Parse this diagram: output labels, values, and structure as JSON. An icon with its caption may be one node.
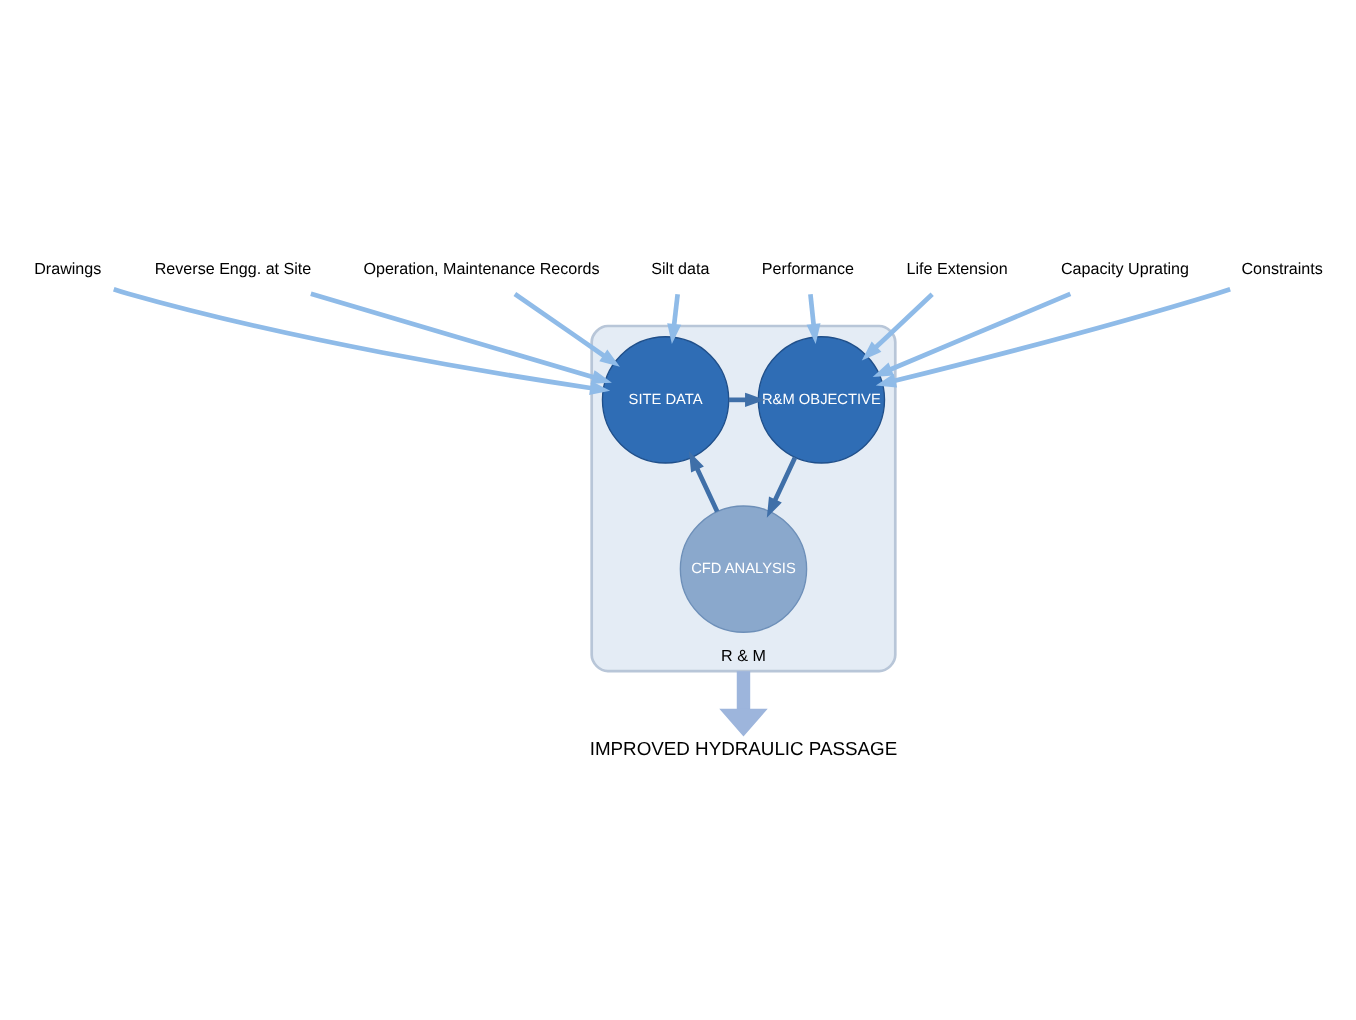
{
  "diagram": {
    "nodes": [
      {
        "text": [
          "Drawings"
        ]
      },
      {
        "text": [
          "Reverse Engg. at Site"
        ]
      },
      {
        "text": [
          "Operation, Maintenance Records"
        ]
      },
      {
        "text": [
          "Silt data"
        ]
      },
      {
        "text": [
          "Performance"
        ]
      },
      {
        "text": [
          "Life Extension"
        ]
      },
      {
        "text": [
          "Capacity Uprating"
        ]
      },
      {
        "text": [
          "Constraints"
        ]
      },
      {
        "text": [
          "R & M"
        ]
      },
      {
        "text": [
          "SITE DATA"
        ],
        "in": 8
      },
      {
        "text": [
          "R&M OBJECTIVE"
        ],
        "in": 8
      },
      {
        "text": [
          "CFD ANALYSIS"
        ],
        "in": 8
      },
      {
        "text": [
          "IMPROVED HYDRAULIC PASSAGE"
        ]
      }
    ],
    "edges": [
      {
        "from": 0,
        "to": 9,
        "arrow": "to"
      },
      {
        "from": 1,
        "to": 9,
        "arrow": "to"
      },
      {
        "from": 2,
        "to": 9,
        "arrow": "to"
      },
      {
        "from": 3,
        "to": 9,
        "arrow": "to"
      },
      {
        "from": 4,
        "to": 10,
        "arrow": "to"
      },
      {
        "from": 5,
        "to": 10,
        "arrow": "to"
      },
      {
        "from": 6,
        "to": 10,
        "arrow": "to"
      },
      {
        "from": 7,
        "to": 10,
        "arrow": "to"
      },
      {
        "from": 9,
        "to": 10,
        "arrow": "to",
        "color": "#3f6fa8"
      },
      {
        "from": 10,
        "to": 11,
        "arrow": "to",
        "color": "#3f6fa8"
      },
      {
        "from": 11,
        "to": 9,
        "arrow": "to",
        "color": "#3f6fa8"
      },
      {
        "from": 8,
        "to": 12,
        "arrow": "to",
        "style": "thick",
        "color": "#9db5dc"
      }
    ]
  }
}
